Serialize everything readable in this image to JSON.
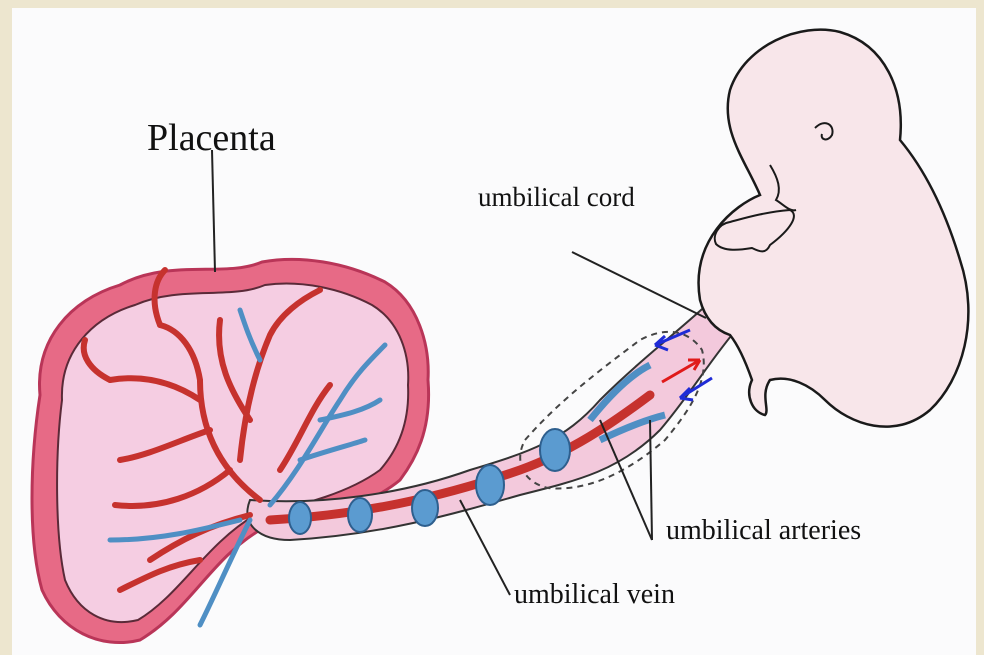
{
  "labels": {
    "placenta": "Placenta",
    "umbilical_cord": "umbilical cord",
    "umbilical_arteries": "umbilical arteries",
    "umbilical_vein": "umbilical vein"
  },
  "colors": {
    "background_frame": "#ede6cf",
    "paper": "#fbfbfc",
    "placenta_rim": "#e45a7a",
    "placenta_fill": "#f5cde2",
    "artery_red": "#c6322e",
    "vein_blue": "#4f8fc4",
    "skin": "#f8e6ea",
    "arrow_red": "#e01a1a",
    "arrow_blue": "#1f2bd6"
  }
}
